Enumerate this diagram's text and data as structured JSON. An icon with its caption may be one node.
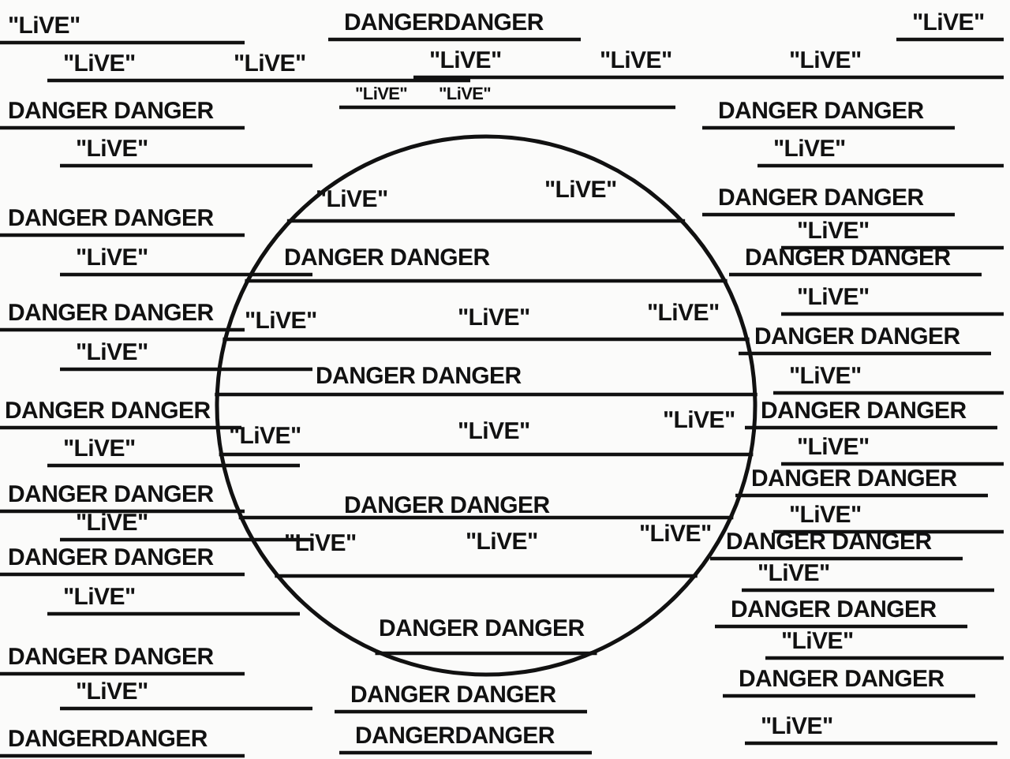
{
  "diagram": {
    "nodes": [
      {
        "text": [
          "\"LiVE\"",
          "\"LiVE\"",
          "DANGER DANGER",
          "\"LiVE\"",
          "\"LiVE\"",
          "\"LiVE\"",
          "DANGER DANGER",
          "\"LiVE\"",
          "\"LiVE\"",
          "\"LiVE\"",
          "DANGER DANGER",
          "\"LiVE\"",
          "\"LiVE\"",
          "\"LiVE\"",
          "DANGER DANGER"
        ]
      }
    ],
    "labels": [
      "\"LiVE\"",
      "DANGERDANGER",
      "\"LiVE\"",
      "\"LiVE\"",
      "\"LiVE\"",
      "\"LiVE\"",
      "\"LiVE\"",
      "\"LiVE\"",
      "\"LiVE\"",
      "\"LiVE\"",
      "DANGER DANGER",
      "DANGER DANGER",
      "\"LiVE\"",
      "\"LiVE\"",
      "DANGER DANGER",
      "DANGER DANGER",
      "\"LiVE\"",
      "\"LiVE\"",
      "DANGER DANGER",
      "\"LiVE\"",
      "DANGER DANGER",
      "DANGER DANGER",
      "\"LiVE\"",
      "\"LiVE\"",
      "DANGER DANGER",
      "DANGER DANGER",
      "\"LiVE\"",
      "\"LiVE\"",
      "DANGER DANGER",
      "DANGER DANGER",
      "\"LiVE\"",
      "\"LiVE\"",
      "DANGER DANGER",
      "DANGER DANGER",
      "\"LiVE\"",
      "\"LiVE\"",
      "DANGER DANGER",
      "\"LiVE\"",
      "DANGER DANGER",
      "DANGER DANGER",
      "\"LiVE\"",
      "DANGER DANGER",
      "\"LiVE\"",
      "DANGERDANGER",
      "DANGERDANGER"
    ]
  }
}
